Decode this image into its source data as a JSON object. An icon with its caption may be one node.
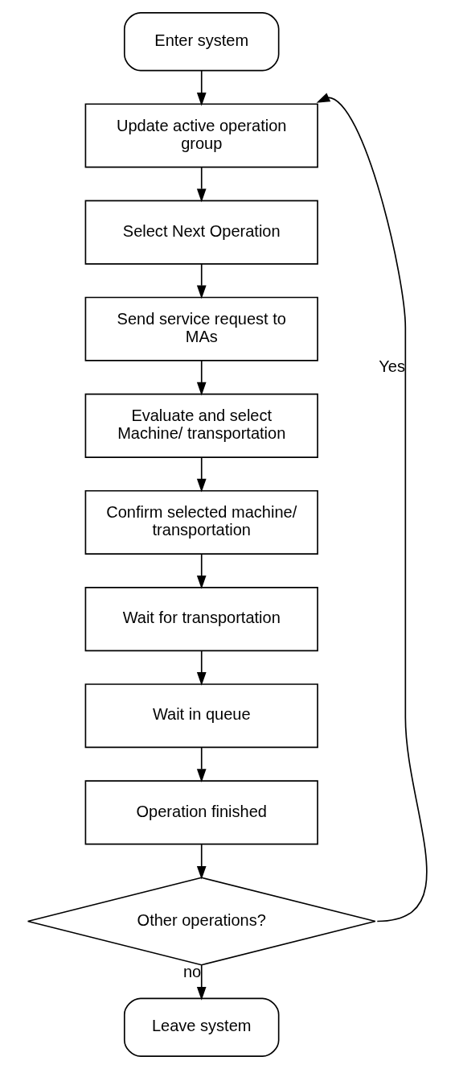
{
  "diagram": {
    "nodes": [
      {
        "text": [
          "Enter system"
        ]
      },
      {
        "text": [
          "Update active operation group"
        ]
      },
      {
        "text": [
          "Select Next Operation"
        ]
      },
      {
        "text": [
          "Send service request to MAs"
        ]
      },
      {
        "text": [
          "Evaluate and select Machine/ transportation"
        ]
      },
      {
        "text": [
          "Confirm selected machine/ transportation"
        ]
      },
      {
        "text": [
          "Wait for transportation"
        ]
      },
      {
        "text": [
          "Wait in queue"
        ]
      },
      {
        "text": [
          "Operation finished"
        ]
      },
      {
        "text": [
          "Other operations?"
        ]
      },
      {
        "text": [
          "Leave system"
        ]
      }
    ],
    "edges": [
      {
        "from": 0,
        "to": 1,
        "arrow": "to"
      },
      {
        "from": 1,
        "to": 2,
        "arrow": "to"
      },
      {
        "from": 2,
        "to": 3,
        "arrow": "to"
      },
      {
        "from": 3,
        "to": 4,
        "arrow": "to"
      },
      {
        "from": 4,
        "to": 5,
        "arrow": "to"
      },
      {
        "from": 5,
        "to": 6,
        "arrow": "to"
      },
      {
        "from": 6,
        "to": 7,
        "arrow": "to"
      },
      {
        "from": 7,
        "to": 8,
        "arrow": "to"
      },
      {
        "from": 8,
        "to": 9,
        "arrow": "to"
      },
      {
        "from": 9,
        "to": 10,
        "label": "no",
        "arrow": "to"
      },
      {
        "from": 9,
        "to": 1,
        "label": "Yes",
        "arrow": "to"
      }
    ]
  }
}
